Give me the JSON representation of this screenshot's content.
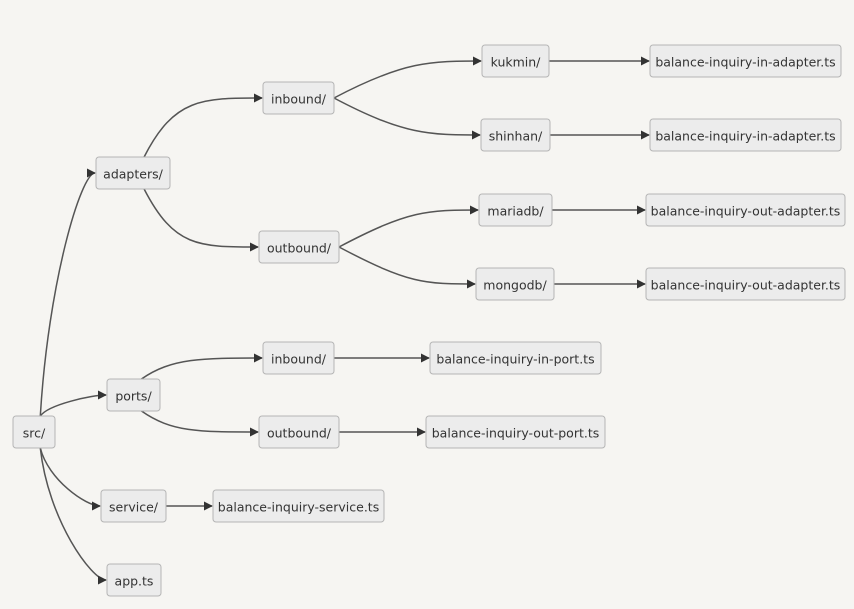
{
  "diagram": {
    "nodes": {
      "src": "src/",
      "adapters": "adapters/",
      "ports": "ports/",
      "service": "service/",
      "app": "app.ts",
      "adapters_inbound": "inbound/",
      "adapters_outbound": "outbound/",
      "ports_inbound": "inbound/",
      "ports_outbound": "outbound/",
      "kukmin": "kukmin/",
      "shinhan": "shinhan/",
      "mariadb": "mariadb/",
      "mongodb": "mongodb/",
      "kukmin_file": "balance-inquiry-in-adapter.ts",
      "shinhan_file": "balance-inquiry-in-adapter.ts",
      "mariadb_file": "balance-inquiry-out-adapter.ts",
      "mongodb_file": "balance-inquiry-out-adapter.ts",
      "ports_in_file": "balance-inquiry-in-port.ts",
      "ports_out_file": "balance-inquiry-out-port.ts",
      "service_file": "balance-inquiry-service.ts"
    },
    "edges": [
      [
        "src",
        "adapters"
      ],
      [
        "src",
        "ports"
      ],
      [
        "src",
        "service"
      ],
      [
        "src",
        "app"
      ],
      [
        "adapters",
        "adapters_inbound"
      ],
      [
        "adapters",
        "adapters_outbound"
      ],
      [
        "adapters_inbound",
        "kukmin"
      ],
      [
        "adapters_inbound",
        "shinhan"
      ],
      [
        "adapters_outbound",
        "mariadb"
      ],
      [
        "adapters_outbound",
        "mongodb"
      ],
      [
        "kukmin",
        "kukmin_file"
      ],
      [
        "shinhan",
        "shinhan_file"
      ],
      [
        "mariadb",
        "mariadb_file"
      ],
      [
        "mongodb",
        "mongodb_file"
      ],
      [
        "ports",
        "ports_inbound"
      ],
      [
        "ports",
        "ports_outbound"
      ],
      [
        "ports_inbound",
        "ports_in_file"
      ],
      [
        "ports_outbound",
        "ports_out_file"
      ],
      [
        "service",
        "service_file"
      ]
    ]
  }
}
